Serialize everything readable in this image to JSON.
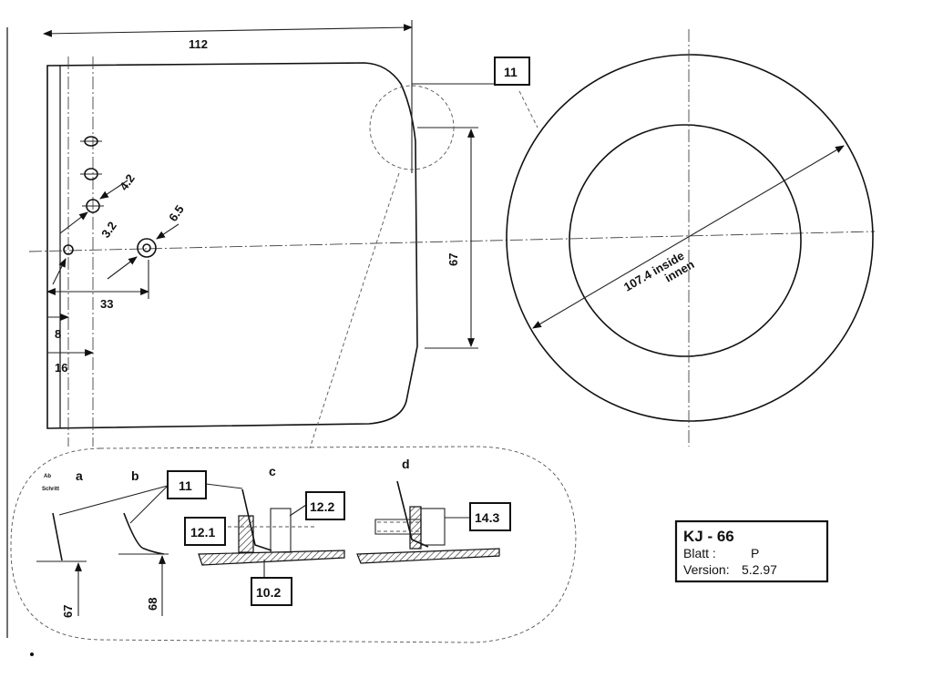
{
  "dimensions": {
    "width_overall": "112",
    "hole_small": "4.2",
    "hole_edge": "3.2",
    "hole_large": "6.5",
    "offset_33": "33",
    "offset_8": "8",
    "offset_16": "16",
    "height_67": "67",
    "ring_inside_line1": "107.4 inside",
    "ring_inside_line2": "innen"
  },
  "callouts": {
    "top": "11",
    "section_b": "11",
    "part_12_2": "12.2",
    "part_12_1": "12.1",
    "part_10_2": "10.2",
    "part_14_3": "14.3"
  },
  "details": {
    "a": "a",
    "b": "b",
    "c": "c",
    "d": "d",
    "stamp_line1": "Ab",
    "stamp_line2": "Schritt",
    "a_height": "67",
    "b_height": "68"
  },
  "title_block": {
    "model": "KJ -  66",
    "sheet_label": "Blatt :",
    "sheet_value": "P",
    "version_label": "Version:",
    "version_value": "5.2.97"
  }
}
